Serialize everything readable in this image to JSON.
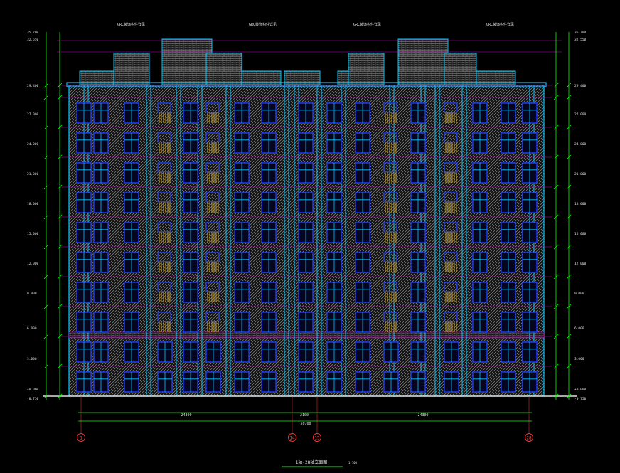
{
  "drawing": {
    "title": "1轴-28轴立面图",
    "scale": "1:100"
  },
  "axes": {
    "labels": [
      "1",
      "14",
      "15",
      "28"
    ]
  },
  "overall_dimensions": {
    "left_span": "24300",
    "middle_span": "2100",
    "right_span": "24300",
    "total": "50700"
  },
  "elevations": {
    "left": [
      "35.700",
      "32.550",
      "29.400",
      "27.000",
      "24.000",
      "21.000",
      "18.000",
      "15.000",
      "12.000",
      "9.000",
      "6.000",
      "3.000",
      "±0.000",
      "-0.750"
    ],
    "right": [
      "35.700",
      "32.550",
      "29.400",
      "27.000",
      "24.000",
      "21.000",
      "18.000",
      "15.000",
      "12.000",
      "9.000",
      "6.000",
      "3.000",
      "±0.000",
      "-0.750"
    ]
  },
  "roof_callouts": [
    "GRC装饰构件详见",
    "GRC装饰构件详见",
    "GRC装饰构件详见",
    "GRC装饰构件详见"
  ],
  "colors": {
    "background": "#000000",
    "facade_cyan": "#00c8ff",
    "window_blue": "#1a3cff",
    "wall_hatch_white": "#bfbfbf",
    "balcony_yellow": "#c8a020",
    "floor_magenta": "#c000c0",
    "dim_green": "#00ff00",
    "annotation_red": "#ff3030",
    "text_white": "#e0e0e0"
  }
}
